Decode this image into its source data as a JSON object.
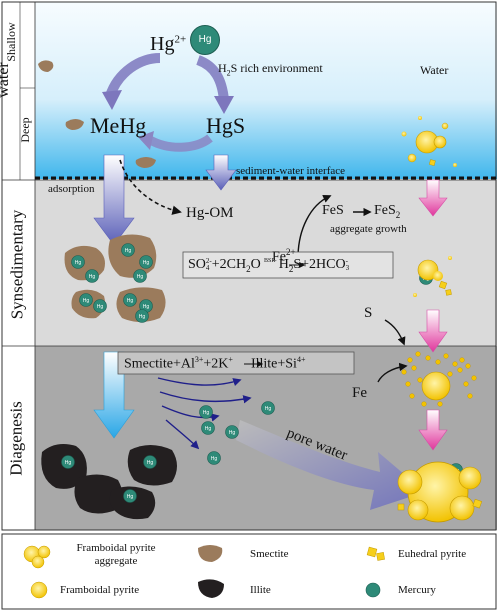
{
  "zones": {
    "shallow": "Shallow",
    "water": "water",
    "deep": "Deep",
    "synsedimentary": "Synsedimentary",
    "diagenesis": "Diagenesis"
  },
  "top": {
    "hg2_base": "Hg",
    "hg2_sup": "2+",
    "hg_ball_label": "Hg",
    "h2s_prefix": "H",
    "h2s_sub": "2",
    "h2s_rest": "S rich environment",
    "water": "Water",
    "mehg": "MeHg",
    "hgs": "HgS",
    "interface": "sediment-water interface",
    "adsorption": "adsorption",
    "hg_om": "Hg-OM"
  },
  "synsed": {
    "fe2_base": "Fe",
    "fe2_sup": "2+",
    "fes": "FeS",
    "fes2": "FeS",
    "fes2_sub": "2",
    "aggregate_growth": "aggregate growth",
    "reaction": {
      "so4": "SO",
      "so4_sub": "4",
      "so4_sup": "2-",
      "middle": "+2CH",
      "ch2o_sub": "2",
      "o": "O",
      "bsr": "BSR",
      "h2s": "H",
      "h2s_sub": "2",
      "tail": "S+2HCO",
      "hco3_sub": "3",
      "hco3_sup": "-"
    },
    "s_label": "S"
  },
  "diag": {
    "reaction": {
      "a": "Smectite+Al",
      "a_sup": "3+",
      "b": "+2K",
      "b_sup": "+",
      "c": "Illite+Si",
      "c_sup": "4+"
    },
    "fe_label": "Fe",
    "pore_water": "pore water"
  },
  "legend": {
    "framboidal_aggregate": "Framboidal pyrite aggregate",
    "smectite": "Smectite",
    "euhedral": "Euhedral pyrite",
    "framboidal": "Framboidal pyrite",
    "illite": "Illite",
    "mercury": "Mercury"
  },
  "colors": {
    "water_top": "#f4fbff",
    "water_bottom": "#3db8ee",
    "synsed": "#d9d9d9",
    "diag": "#a8a8a8",
    "smectite": "#9b7b5c",
    "illite": "#231f20",
    "mercury": "#2e8a78",
    "pyrite": "#f6cf1b",
    "pink_arrow": "#e14aa5",
    "blue_arrow": "#6a71c8"
  }
}
